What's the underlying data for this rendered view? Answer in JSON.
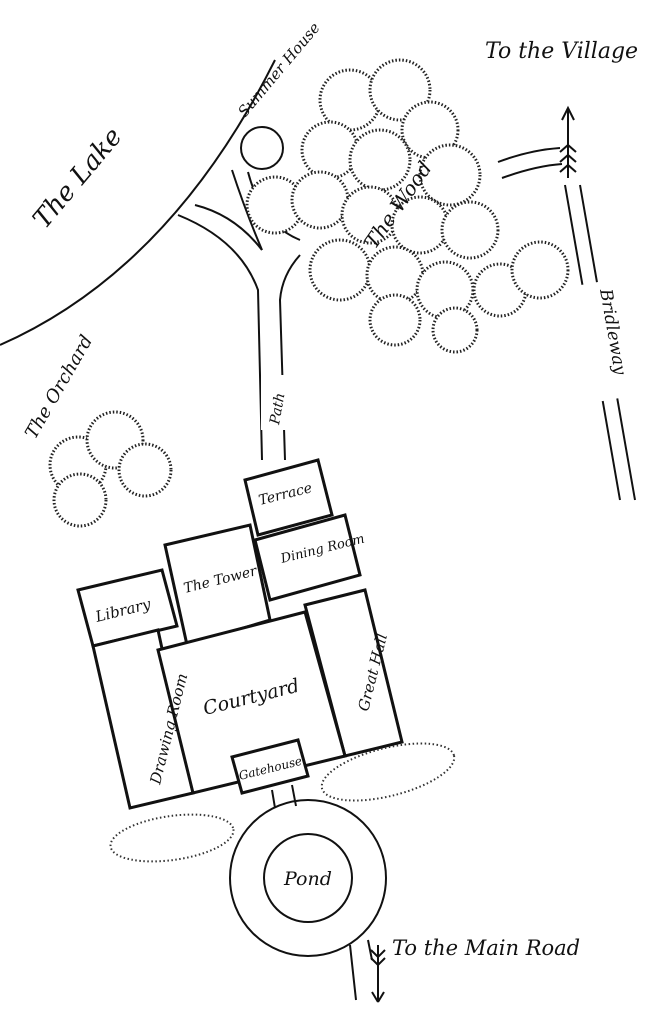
{
  "map": {
    "labels": {
      "village": "To the Village",
      "summer_house": "Summer House",
      "lake": "The Lake",
      "wood": "The Wood",
      "bridleway": "Bridleway",
      "orchard": "The Orchard",
      "path": "Path",
      "terrace": "Terrace",
      "dining_room": "Dining Room",
      "tower": "The Tower",
      "library": "Library",
      "great_hall": "Great Hall",
      "courtyard": "Courtyard",
      "drawing_room": "Drawing Room",
      "gatehouse": "Gatehouse",
      "pond": "Pond",
      "main_road": "To the Main Road"
    },
    "colors": {
      "ink": "#111111",
      "paper": "#ffffff"
    }
  }
}
